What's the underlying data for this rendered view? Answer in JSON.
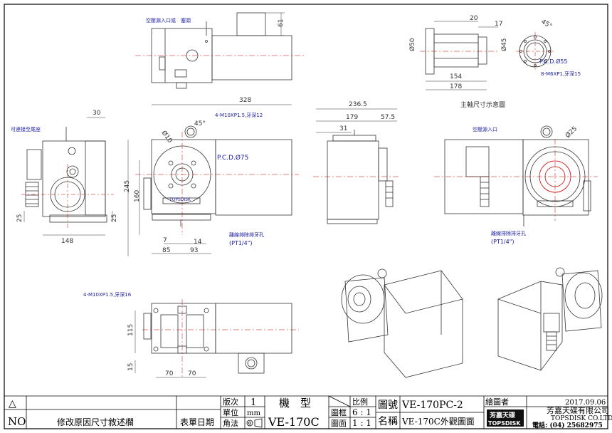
{
  "dims": {
    "d61": "61",
    "d30": "30",
    "d328": "328",
    "d2365": "236.5",
    "d179": "179",
    "d575": "57.5",
    "d31": "31",
    "d245": "245",
    "d160": "160",
    "d148": "148",
    "d25a": "25",
    "d25b": "25",
    "d7": "7",
    "d14": "14",
    "d85": "85",
    "d93": "93",
    "d115": "115",
    "d15": "15",
    "d70a": "70",
    "d70b": "70",
    "d20": "20",
    "d17": "17",
    "d50": "Ø50",
    "d45": "Ø45",
    "d154": "154",
    "d178": "178",
    "d10": "Ø10",
    "d25dia": "Ø25",
    "a45a": "45°",
    "a45b": "45°"
  },
  "notes": {
    "air_inlet_top": "空壓源入口或　塞頭",
    "pcd55": "P.C.D.Ø55",
    "m6": "8-M6XP1,牙深15",
    "m10_front": "4-M10XP1.5,牙深12",
    "pcd75": "P.C.D.Ø75",
    "left_note": "可連接至尾座",
    "spindle_title": "主軸尺寸示意圖",
    "air_inlet_right": "空壓源入口",
    "pt_label_a": "離線排除排牙孔",
    "pt_a": "(PT1/4\")",
    "pt_label_b": "離線排除排牙孔",
    "pt_b": "(PT1/4\")",
    "m10_bottom": "4-M10XP1.5,牙深16",
    "brand_plate": "TOPSDISK"
  },
  "title_block": {
    "triangle": "△",
    "no": "NO",
    "revision_column": "修改原因尺寸敘述欄",
    "sheet_date": "表單日期",
    "version_label": "版次",
    "version": "1",
    "unit_label": "單位",
    "unit": "mm",
    "angle_label": "角法",
    "model_label": "機　型",
    "model": "VE-170C",
    "scale_label": "比例",
    "frame_label": "圖框",
    "frame_ratio": "6 : 1",
    "face_label": "圖面",
    "face_ratio": "1 : 1",
    "drawing_no_label": "圖號",
    "drawing_no": "VE-170PC-2",
    "name_label": "名稱",
    "name": "VE-170C外觀圖面",
    "drawer_label": "繪圖者",
    "date": "2017.09.06",
    "company_cn": "芳嘉天碟有限公司",
    "company_en": "TOPSDISK CO.LTD.",
    "phone": "電話: (04) 25682975",
    "logo_cn": "芳嘉天碟",
    "logo_en": "TOPSDISK"
  }
}
